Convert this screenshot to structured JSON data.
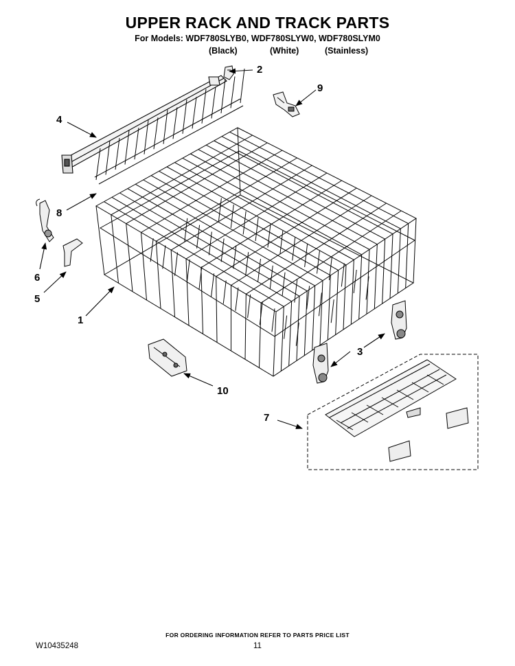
{
  "header": {
    "title": "UPPER RACK AND TRACK PARTS",
    "models_line": "For Models: WDF780SLYB0, WDF780SLYW0, WDF780SLYM0",
    "variants": [
      "(Black)",
      "(White)",
      "(Stainless)"
    ]
  },
  "callouts": [
    "1",
    "2",
    "3",
    "4",
    "5",
    "6",
    "7",
    "8",
    "9",
    "10"
  ],
  "footer": {
    "ordering_note": "FOR ORDERING INFORMATION REFER TO PARTS PRICE LIST",
    "document_id": "W10435248",
    "page_number": "11"
  }
}
